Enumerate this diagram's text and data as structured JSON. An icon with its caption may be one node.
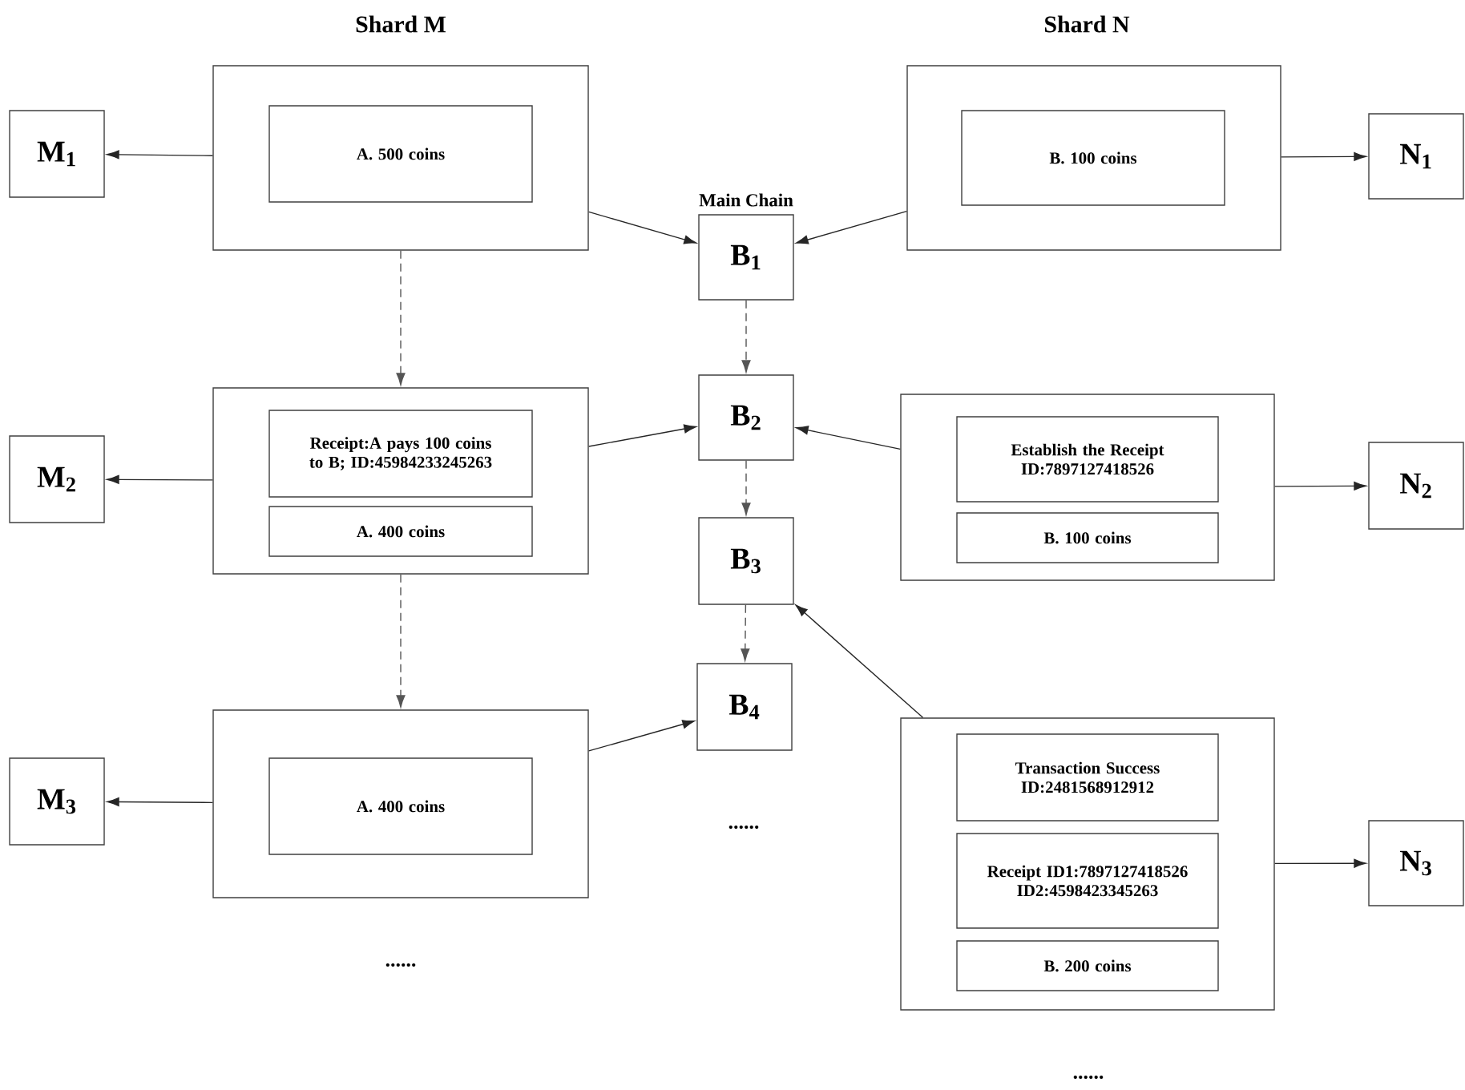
{
  "diagram": {
    "nodes": [
      {
        "text": [],
        "shape": "box"
      },
      {
        "text": [
          "A. 500 coins"
        ],
        "in": 0
      },
      {
        "text": [
          "M$_{1}$"
        ]
      },
      {
        "text": [],
        "shape": "box"
      },
      {
        "text": [
          "Receipt:A pays 100 coins to B; ID:45984233245263"
        ],
        "in": 3
      },
      {
        "text": [
          "A. 400 coins"
        ],
        "in": 3
      },
      {
        "text": [
          "M$_{2}$"
        ]
      },
      {
        "text": [],
        "shape": "box"
      },
      {
        "text": [
          "A. 400 coins"
        ],
        "in": 7
      },
      {
        "text": [
          "M$_{3}$"
        ]
      },
      {
        "text": [
          "B$_{1}$"
        ],
        "beside": [
          "Main Chain"
        ]
      },
      {
        "text": [
          "B$_{2}$"
        ]
      },
      {
        "text": [
          "B$_{3}$"
        ]
      },
      {
        "text": [
          "B$_{4}$"
        ]
      },
      {
        "text": [],
        "shape": "box"
      },
      {
        "text": [
          "B. 100 coins"
        ],
        "in": 14
      },
      {
        "text": [
          "N$_{1}$"
        ]
      },
      {
        "text": [],
        "shape": "box"
      },
      {
        "text": [
          "Establish the Receipt ID:7897127418526"
        ],
        "in": 17
      },
      {
        "text": [
          "B. 100 coins"
        ],
        "in": 17
      },
      {
        "text": [
          "N$_{2}$"
        ]
      },
      {
        "text": [],
        "shape": "box"
      },
      {
        "text": [
          "Transaction Success ID:2481568912912"
        ],
        "in": 21
      },
      {
        "text": [
          "Receipt ID1:7897127418526 ID2:4598423345263"
        ],
        "in": 21
      },
      {
        "text": [
          "B. 200 coins"
        ],
        "in": 21
      },
      {
        "text": [
          "N$_{3}$"
        ]
      }
    ],
    "edges": [
      {
        "from": 0,
        "to": 2,
        "arrow": "to"
      },
      {
        "from": 0,
        "to": 10,
        "arrow": "to"
      },
      {
        "from": 0,
        "to": 3,
        "arrow": "to",
        "style": "dashed",
        "color": "#555555"
      },
      {
        "from": 3,
        "to": 6,
        "arrow": "to"
      },
      {
        "from": 3,
        "to": 11,
        "arrow": "to"
      },
      {
        "from": 3,
        "to": 7,
        "arrow": "to",
        "style": "dashed",
        "color": "#555555"
      },
      {
        "from": 7,
        "to": 9,
        "arrow": "to"
      },
      {
        "from": 7,
        "to": 13,
        "arrow": "to"
      },
      {
        "from": 14,
        "to": 16,
        "arrow": "to"
      },
      {
        "from": 14,
        "to": 10,
        "arrow": "to"
      },
      {
        "from": 17,
        "to": 20,
        "arrow": "to"
      },
      {
        "from": 17,
        "to": 11,
        "arrow": "to"
      },
      {
        "from": 21,
        "to": 25,
        "arrow": "to"
      },
      {
        "from": 21,
        "to": 12,
        "arrow": "to"
      },
      {
        "from": 10,
        "to": 11,
        "arrow": "to",
        "style": "dashed",
        "color": "#555555"
      },
      {
        "from": 11,
        "to": 12,
        "arrow": "to",
        "style": "dashed",
        "color": "#555555"
      },
      {
        "from": 12,
        "to": 13,
        "arrow": "to",
        "style": "dashed",
        "color": "#555555"
      }
    ],
    "labels": [
      "Shard M",
      "Shard N",
      "......",
      "......",
      "......"
    ]
  }
}
